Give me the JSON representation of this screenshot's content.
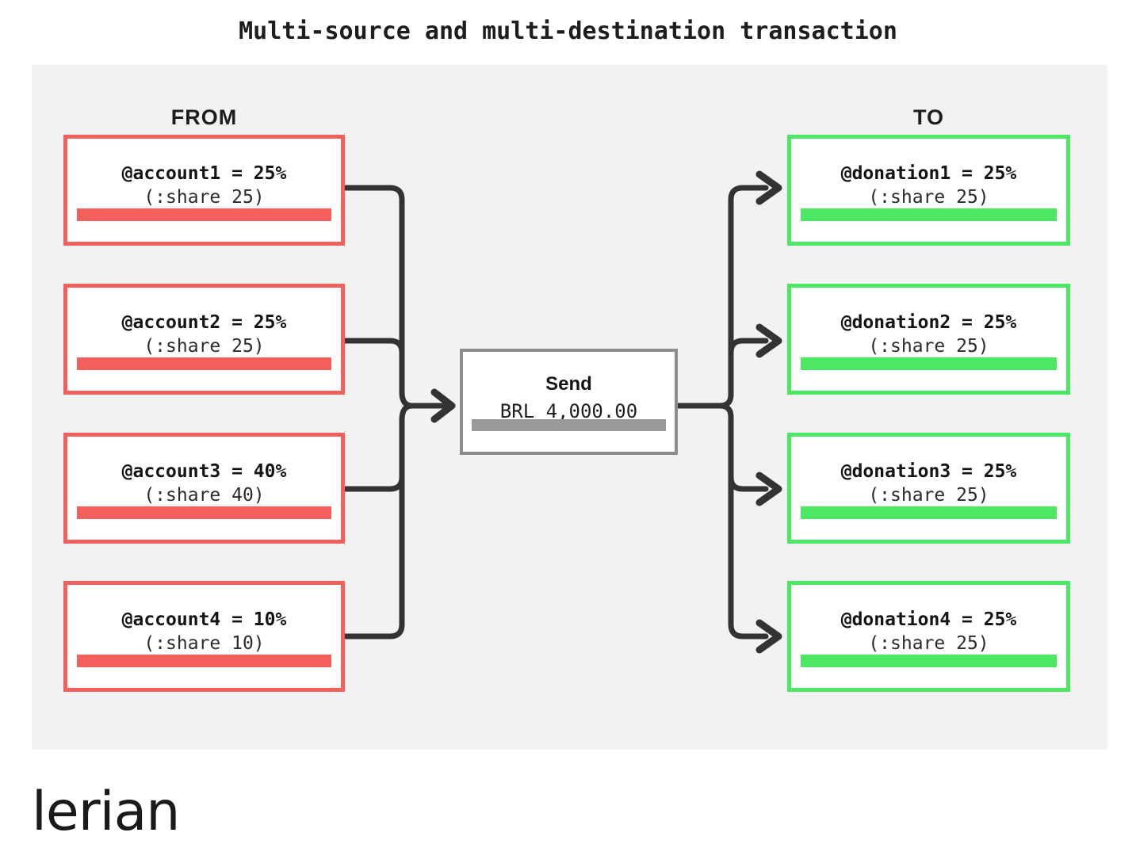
{
  "title": "Multi-source and multi-destination transaction",
  "columns": {
    "from_label": "FROM",
    "to_label": "TO"
  },
  "colors": {
    "source": "#f4615c",
    "destination": "#4ce863",
    "send": "#8c8c8c",
    "connector": "#333333",
    "panel_bg": "#f2f2f2",
    "page_bg": "#ffffff"
  },
  "sources": [
    {
      "title": "@account1 = 25%",
      "sub": "(:share 25)",
      "share": 25
    },
    {
      "title": "@account2 = 25%",
      "sub": "(:share 25)",
      "share": 25
    },
    {
      "title": "@account3 = 40%",
      "sub": "(:share 40)",
      "share": 40
    },
    {
      "title": "@account4 = 10%",
      "sub": "(:share 10)",
      "share": 10
    }
  ],
  "send": {
    "title": "Send",
    "amount": "BRL 4,000.00",
    "currency": "BRL",
    "value": "4,000.00"
  },
  "destinations": [
    {
      "title": "@donation1 = 25%",
      "sub": "(:share 25)",
      "share": 25
    },
    {
      "title": "@donation2 = 25%",
      "sub": "(:share 25)",
      "share": 25
    },
    {
      "title": "@donation3 = 25%",
      "sub": "(:share 25)",
      "share": 25
    },
    {
      "title": "@donation4 = 25%",
      "sub": "(:share 25)",
      "share": 25
    }
  ],
  "brand": {
    "name": "lerian"
  }
}
